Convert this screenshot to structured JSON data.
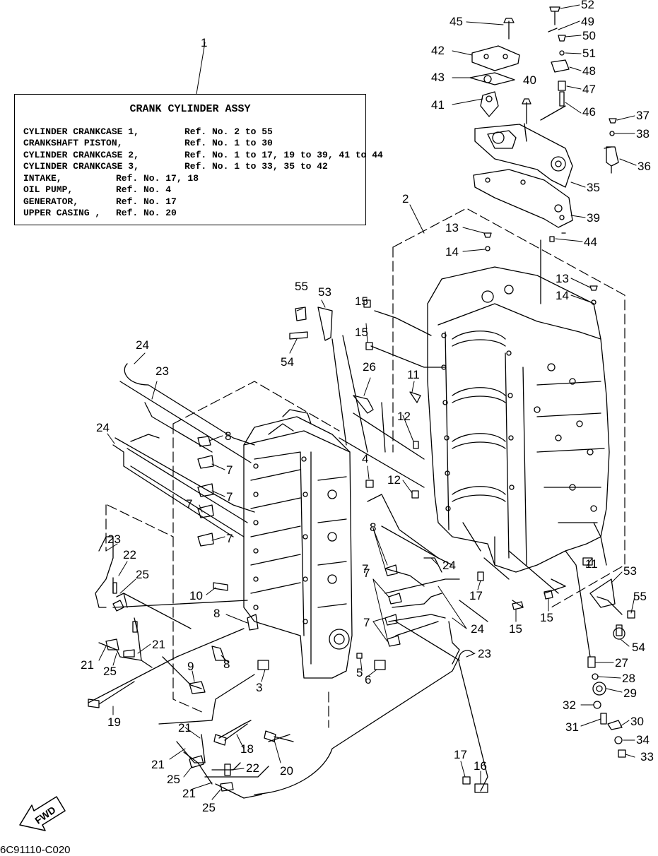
{
  "legend": {
    "title": "CRANK CYLINDER ASSY",
    "callout_number": "1",
    "rows": [
      {
        "name": "CYLINDER CRANKCASE 1,",
        "refs": "Ref. No. 2 to 55"
      },
      {
        "name": "CRANKSHAFT PISTON,",
        "refs": "Ref. No. 1 to 30"
      },
      {
        "name": "CYLINDER CRANKCASE 2,",
        "refs": "Ref. No. 1 to 17, 19 to 39, 41 to 44"
      },
      {
        "name": "CYLINDER CRANKCASE 3,",
        "refs": "Ref. No. 1 to 33, 35 to 42"
      },
      {
        "name": "INTAKE,",
        "refs": "Ref. No. 17, 18"
      },
      {
        "name": "OIL PUMP,",
        "refs": "Ref. No. 4"
      },
      {
        "name": "GENERATOR,",
        "refs": "Ref. No. 17"
      },
      {
        "name": "UPPER CASING ,",
        "refs": "Ref. No. 20"
      }
    ]
  },
  "fwd_label": "FWD",
  "diagram_code": "6C91110-C020",
  "callouts": [
    "52",
    "49",
    "50",
    "51",
    "48",
    "47",
    "46",
    "45",
    "42",
    "43",
    "41",
    "40",
    "37",
    "38",
    "36",
    "35",
    "39",
    "44",
    "2",
    "13",
    "14",
    "13",
    "14",
    "55",
    "53",
    "54",
    "15",
    "15",
    "26",
    "11",
    "12",
    "4",
    "12",
    "24",
    "23",
    "8",
    "24",
    "7",
    "7",
    "7",
    "7",
    "7",
    "8",
    "23",
    "22",
    "25",
    "10",
    "8",
    "8",
    "24",
    "7",
    "7",
    "24",
    "17",
    "15",
    "15",
    "11",
    "53",
    "55",
    "54",
    "23",
    "27",
    "28",
    "29",
    "32",
    "30",
    "31",
    "34",
    "33",
    "21",
    "21",
    "25",
    "9",
    "19",
    "3",
    "5",
    "6",
    "21",
    "18",
    "21",
    "22",
    "20",
    "25",
    "21",
    "25",
    "17",
    "16"
  ]
}
